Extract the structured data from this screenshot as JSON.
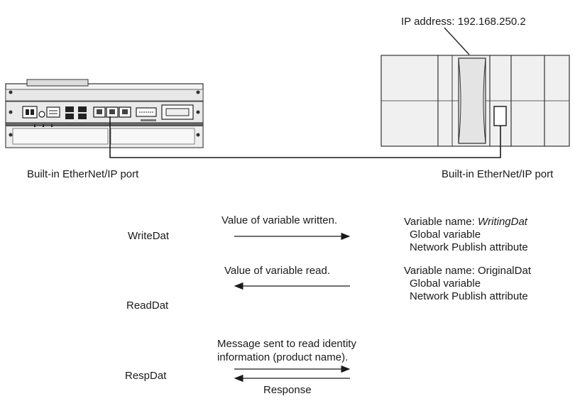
{
  "ip_label": "IP address: 192.168.250.2",
  "left_port_label": "Built-in EtherNet/IP port",
  "right_port_label": "Built-in EtherNet/IP port",
  "rows": [
    {
      "local": "WriteDat",
      "arrow_text": "Value of variable written.",
      "direction": "right",
      "remote": {
        "name_prefix": "Variable name: ",
        "name": "WritingDat",
        "line2": "Global variable",
        "line3": "Network Publish attribute"
      }
    },
    {
      "local": "ReadDat",
      "arrow_text": "Value of variable read.",
      "direction": "left",
      "remote": {
        "name_prefix": "Variable name: ",
        "name": "OriginalDat",
        "line2": "Global variable",
        "line3": "Network Publish attribute"
      }
    },
    {
      "local": "RespDat",
      "arrow_text_line1": "Message sent to read identity",
      "arrow_text_line2": "information (product name).",
      "direction": "both",
      "response_text": "Response"
    }
  ]
}
